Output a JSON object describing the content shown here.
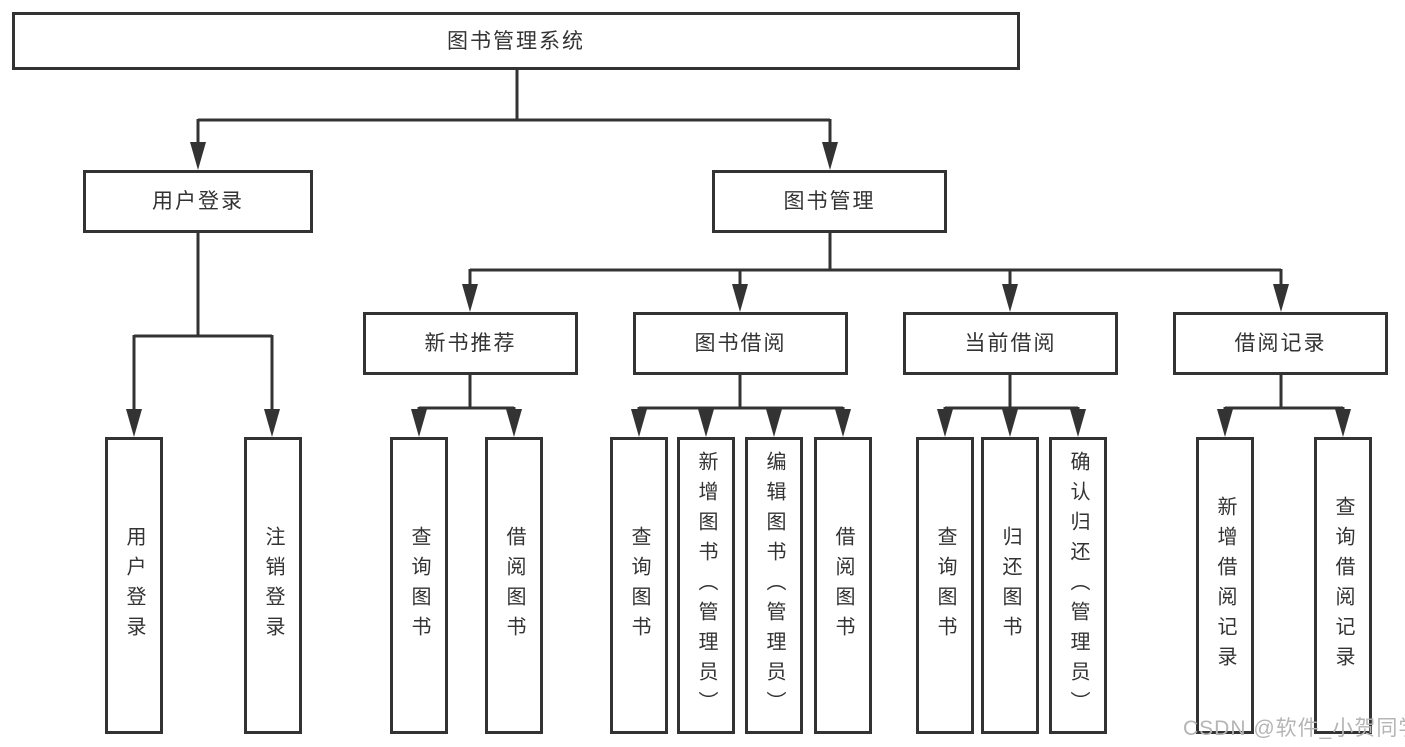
{
  "diagram": {
    "root": {
      "label": "图书管理系统"
    },
    "branches": [
      {
        "label": "用户登录",
        "children": [
          "用户登录",
          "注销登录"
        ]
      },
      {
        "label": "图书管理",
        "sections": [
          {
            "label": "新书推荐",
            "children": [
              "查询图书",
              "借阅图书"
            ]
          },
          {
            "label": "图书借阅",
            "children": [
              "查询图书",
              "新增图书（管理员）",
              "编辑图书（管理员）",
              "借阅图书"
            ]
          },
          {
            "label": "当前借阅",
            "children": [
              "查询图书",
              "归还图书",
              "确认归还（管理员）"
            ]
          },
          {
            "label": "借阅记录",
            "children": [
              "新增借阅记录",
              "查询借阅记录"
            ]
          }
        ]
      }
    ],
    "colors": {
      "line": "#333333",
      "box_fill": "#ffffff",
      "text": "#333333",
      "watermark_text": "#b5b5b5"
    }
  },
  "watermark": {
    "label": "CSDN @软件_小贺同学"
  }
}
